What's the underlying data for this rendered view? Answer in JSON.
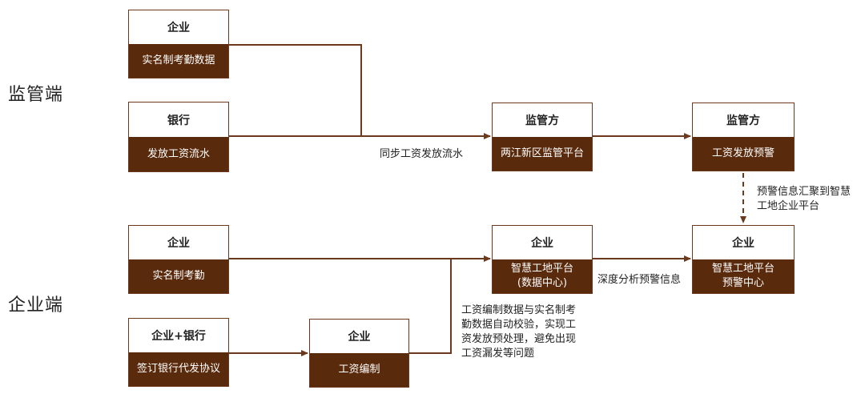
{
  "labels": {
    "regulator": "监管端",
    "enterprise": "企业端"
  },
  "nodes": {
    "n1": {
      "top": "企业",
      "bottom": "实名制考勤数据"
    },
    "n2": {
      "top": "银行",
      "bottom": "发放工资流水"
    },
    "n3": {
      "top": "监管方",
      "bottom": "两江新区监管平台"
    },
    "n4": {
      "top": "监管方",
      "bottom": "工资发放预警"
    },
    "n5": {
      "top": "企业",
      "bottom": "实名制考勤"
    },
    "n6": {
      "top": "企业+银行",
      "bottom": "签订银行代发协议"
    },
    "n7": {
      "top": "企业",
      "bottom": "工资编制"
    },
    "n8": {
      "top": "企业",
      "bottom": "智慧工地平台\n(数据中心)"
    },
    "n9": {
      "top": "企业",
      "bottom": "智慧工地平台\n预警中心"
    }
  },
  "annotations": {
    "sync": "同步工资发放流水",
    "warning_gather": "预警信息汇聚到智慧\n工地企业平台",
    "deep_analysis": "深度分析预警信息",
    "payroll_check": "工资编制数据与实名制考\n勤数据自动校验，实现工\n资发放预处理，避免出现\n工资漏发等问题"
  },
  "colors": {
    "box_fill": "#5a2a0c",
    "border": "#6b3a1e",
    "arrow": "#6b3a1e"
  }
}
